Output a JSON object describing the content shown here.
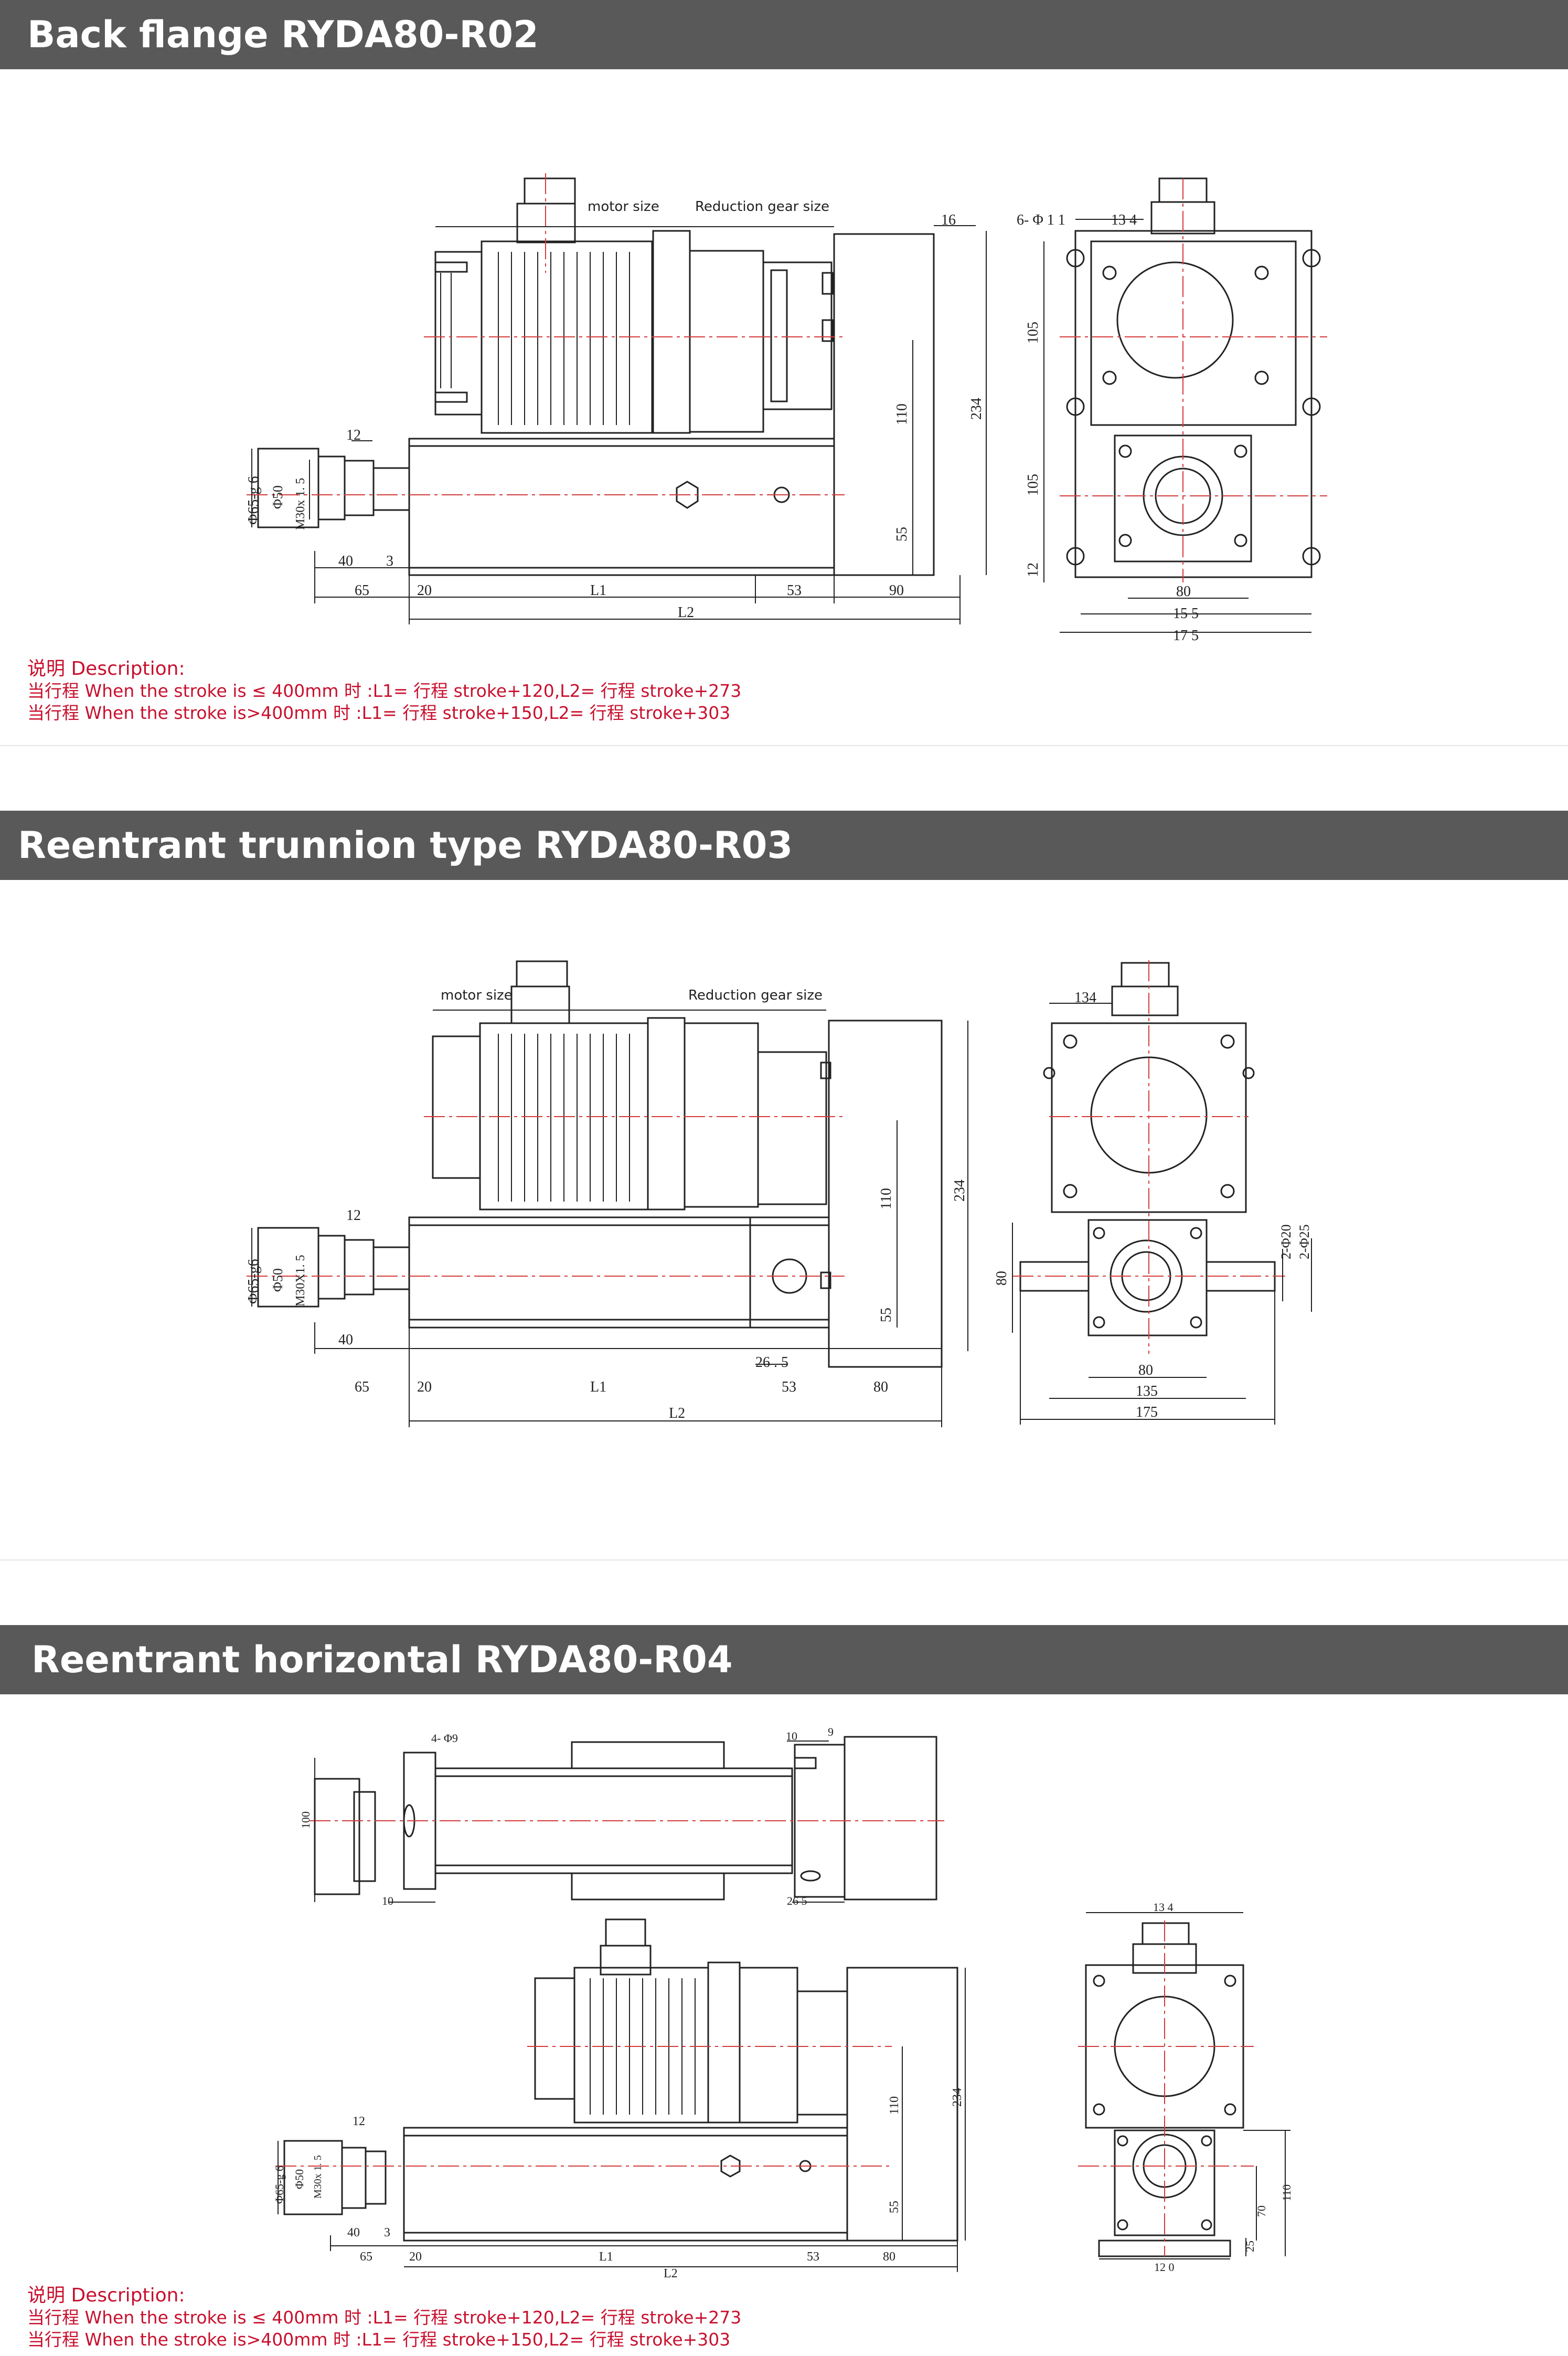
{
  "sections": [
    {
      "title": "Back flange RYDA80-R02"
    },
    {
      "title": "Reentrant trunnion type RYDA80-R03"
    },
    {
      "title": "Reentrant horizontal RYDA80-R04"
    }
  ],
  "labels": {
    "motor": "motor size",
    "gear": "Reduction gear size"
  },
  "description": {
    "title": "说明 Description:",
    "line1": "当行程 When the stroke is ≤ 400mm 时 :L1= 行程 stroke+120,L2= 行程 stroke+273",
    "line2": "当行程 When the stroke is>400mm 时 :L1= 行程 stroke+150,L2= 行程 stroke+303"
  },
  "dims_r02": {
    "d16": "16",
    "d6phi11": "6- Φ 1 1",
    "d134": "13 4",
    "d105a": "105",
    "d105b": "105",
    "d12r": "12",
    "d80": "80",
    "d155": "15 5",
    "d175": "17 5",
    "d110": "110",
    "d234": "234",
    "d55": "55",
    "d12": "12",
    "phi65": "Φ65-g 6",
    "phi50": "Φ50",
    "m30": "M30x 1. 5",
    "d40": "40",
    "d3": "3",
    "d65": "65",
    "d20": "20",
    "L1": "L1",
    "d53": "53",
    "d90": "90",
    "L2": "L2"
  },
  "dims_r03": {
    "d134": "134",
    "d12": "12",
    "phi65": "Φ65-g6",
    "phi50": "Φ50",
    "m30": "M30X1. 5",
    "d40": "40",
    "d65": "65",
    "d20": "20",
    "L1": "L1",
    "d265": "26 . 5",
    "d53": "53",
    "d80": "80",
    "L2": "L2",
    "d110": "110",
    "d234": "234",
    "d55": "55",
    "d80r": "80",
    "d80b": "80",
    "d135": "135",
    "d175": "175",
    "phi20": "2-Φ20",
    "phi25": "2-Φ25"
  },
  "dims_r04": {
    "d4phi9": "4- Φ9",
    "d100": "100",
    "d10": "10",
    "d10b": "10",
    "d9": "9",
    "d265": "26 5",
    "d12": "12",
    "phi65": "Φ65-g 6",
    "phi50": "Φ50",
    "m30": "M30x 1. 5",
    "d40": "40",
    "d3": "3",
    "d65": "65",
    "d20": "20",
    "L1": "L1",
    "L2": "L2",
    "d53": "53",
    "d80": "80",
    "d110": "110",
    "d234": "234",
    "d55": "55",
    "d134": "13 4",
    "d110r": "110",
    "d70": "70",
    "d25": "25",
    "d120": "12 0"
  }
}
